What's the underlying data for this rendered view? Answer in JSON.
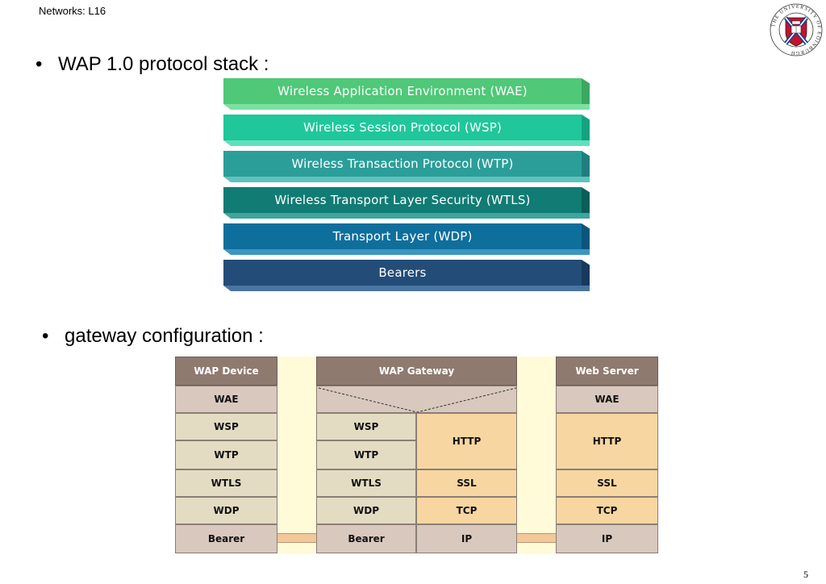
{
  "header": {
    "course": "Networks: L16",
    "page_number": "5"
  },
  "logo": {
    "ring_text": "THE UNIVERSITY OF EDINBURGH"
  },
  "bullets": [
    {
      "text": "WAP 1.0 protocol stack :"
    },
    {
      "text": "gateway configuration :"
    }
  ],
  "stack": [
    {
      "label": "Wireless Application Environment (WAE)",
      "face": "#4fc878",
      "side": "#3aa860",
      "bottom": "#7be0a0"
    },
    {
      "label": "Wireless Session Protocol (WSP)",
      "face": "#1fc79a",
      "side": "#14a37e",
      "bottom": "#5fe0bd"
    },
    {
      "label": "Wireless Transaction Protocol (WTP)",
      "face": "#2c9e9a",
      "side": "#1f7f7c",
      "bottom": "#5fc2bd"
    },
    {
      "label": "Wireless Transport Layer Security (WTLS)",
      "face": "#117c74",
      "side": "#0a5f58",
      "bottom": "#3ea59c"
    },
    {
      "label": "Transport Layer (WDP)",
      "face": "#0f6f9c",
      "side": "#0a567a",
      "bottom": "#3c96c2"
    },
    {
      "label": "Bearers",
      "face": "#234d78",
      "side": "#183a5c",
      "bottom": "#4a74a0"
    }
  ],
  "gateway": {
    "device": {
      "header": "WAP Device",
      "rows": [
        "WAE",
        "WSP",
        "WTP",
        "WTLS",
        "WDP",
        "Bearer"
      ]
    },
    "gateway": {
      "header": "WAP Gateway",
      "left": [
        "WSP",
        "WTP",
        "WTLS",
        "WDP",
        "Bearer"
      ],
      "right": [
        "HTTP",
        "SSL",
        "TCP",
        "IP"
      ]
    },
    "server": {
      "header": "Web Server",
      "rows": [
        "WAE",
        "HTTP",
        "SSL",
        "TCP",
        "IP"
      ]
    }
  }
}
